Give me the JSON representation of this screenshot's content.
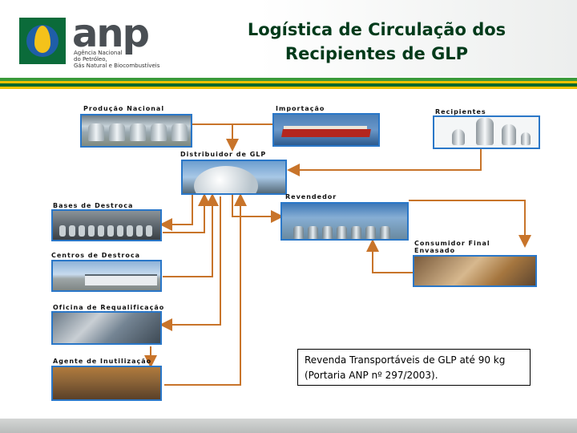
{
  "header": {
    "logo_word": "anp",
    "logo_subtitle_lines": [
      "Agência Nacional",
      "do Petróleo,",
      "Gás Natural e Biocombustíveis"
    ],
    "title_line1": "Logística de Circulação dos",
    "title_line2": "Recipientes de GLP"
  },
  "diagram": {
    "producao": "Produção Nacional",
    "importacao": "Importação",
    "recipientes": "Recipientes",
    "distribuidor": "Distribuidor de GLP",
    "revendedor": "Revendedor",
    "consumidor_line1": "Consumidor Final",
    "consumidor_line2": "Envasado",
    "bases": "Bases de Destroca",
    "centros": "Centros de Destroca",
    "oficina": "Oficina de Requalificação",
    "agente": "Agente de Inutilização"
  },
  "note": {
    "line1": "Revenda  Transportáveis de GLP até 90 kg",
    "line2": "(Portaria ANP nº 297/2003)."
  },
  "colors": {
    "arrow": "#c8742a",
    "title": "#003a1a",
    "photo_border": "#2a77c8",
    "stripe_green": "#0a6a2a",
    "stripe_yellow": "#f3c200"
  }
}
